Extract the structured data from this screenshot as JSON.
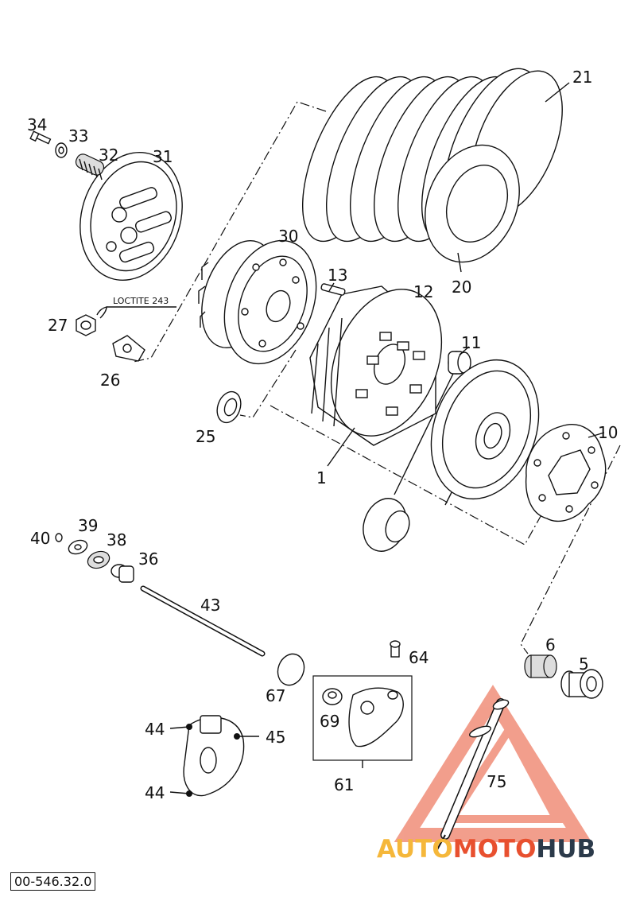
{
  "labels": {
    "p1": "1",
    "p5": "5",
    "p6": "6",
    "p10": "10",
    "p11": "11",
    "p12": "12",
    "p13": "13",
    "p20": "20",
    "p21": "21",
    "p25": "25",
    "p26": "26",
    "p27": "27",
    "p30": "30",
    "p31": "31",
    "p32": "32",
    "p33": "33",
    "p34": "34",
    "p36": "36",
    "p38": "38",
    "p39": "39",
    "p40": "40",
    "p43": "43",
    "p44a": "44",
    "p44b": "44",
    "p45": "45",
    "p61": "61",
    "p64": "64",
    "p67": "67",
    "p69": "69",
    "p75": "75"
  },
  "loctite": "LOCTITE 243",
  "ref_code": "00-546.32.0",
  "watermark": {
    "part1": "AUTO",
    "part2": "MOTO",
    "part3": "HUB",
    "color1": "#f5b73a",
    "color2": "#e8502f",
    "color3": "#2b3a4a"
  }
}
